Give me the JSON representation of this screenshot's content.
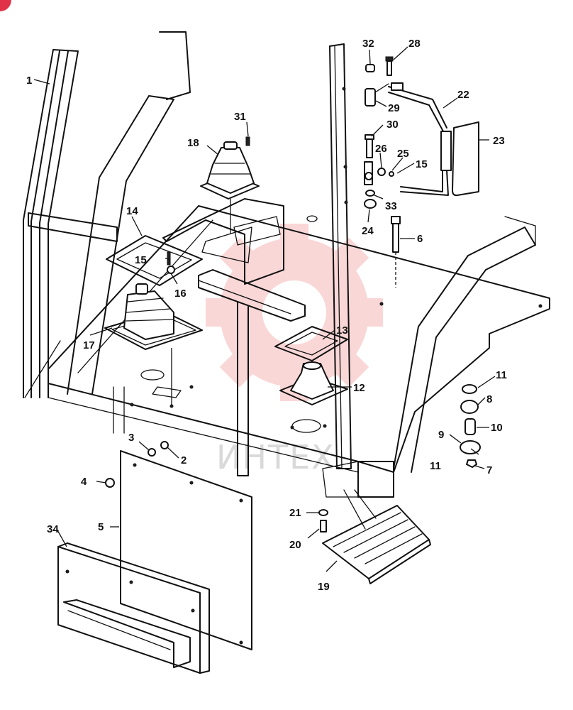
{
  "watermark_text": "ИНТЕХ",
  "colors": {
    "ink": "#111111",
    "watermark_gear": "#f6b7b7",
    "corner_badge": "#e0334a"
  },
  "callouts": [
    {
      "id": "c1",
      "text": "1"
    },
    {
      "id": "c2",
      "text": "2"
    },
    {
      "id": "c3",
      "text": "3"
    },
    {
      "id": "c4",
      "text": "4"
    },
    {
      "id": "c5",
      "text": "5"
    },
    {
      "id": "c6",
      "text": "6"
    },
    {
      "id": "c7",
      "text": "7"
    },
    {
      "id": "c8",
      "text": "8"
    },
    {
      "id": "c9",
      "text": "9"
    },
    {
      "id": "c10",
      "text": "10"
    },
    {
      "id": "c11a",
      "text": "11"
    },
    {
      "id": "c11b",
      "text": "11"
    },
    {
      "id": "c12",
      "text": "12"
    },
    {
      "id": "c13",
      "text": "13"
    },
    {
      "id": "c14",
      "text": "14"
    },
    {
      "id": "c15a",
      "text": "15"
    },
    {
      "id": "c15b",
      "text": "15"
    },
    {
      "id": "c16",
      "text": "16"
    },
    {
      "id": "c17",
      "text": "17"
    },
    {
      "id": "c18",
      "text": "18"
    },
    {
      "id": "c19",
      "text": "19"
    },
    {
      "id": "c20",
      "text": "20"
    },
    {
      "id": "c21",
      "text": "21"
    },
    {
      "id": "c22",
      "text": "22"
    },
    {
      "id": "c23",
      "text": "23"
    },
    {
      "id": "c24",
      "text": "24"
    },
    {
      "id": "c25",
      "text": "25"
    },
    {
      "id": "c26",
      "text": "26"
    },
    {
      "id": "c28",
      "text": "28"
    },
    {
      "id": "c29",
      "text": "29"
    },
    {
      "id": "c30",
      "text": "30"
    },
    {
      "id": "c31",
      "text": "31"
    },
    {
      "id": "c32",
      "text": "32"
    },
    {
      "id": "c33",
      "text": "33"
    },
    {
      "id": "c34",
      "text": "34"
    }
  ]
}
